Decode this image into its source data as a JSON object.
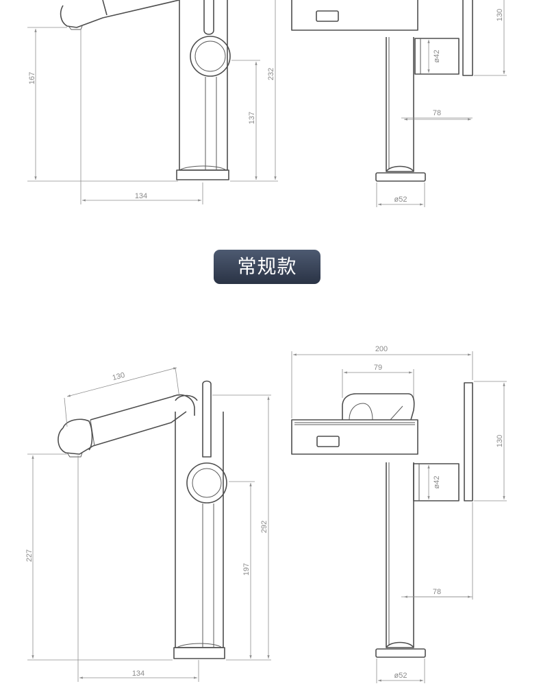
{
  "section_label": "常规款",
  "top_drawing": {
    "side_view": {
      "dim_spout_height": "167",
      "dim_total_height": "232",
      "dim_handle_height": "137",
      "dim_reach": "134"
    },
    "front_view": {
      "dim_panel_height": "130",
      "dim_handle_dia": "ø42",
      "dim_offset": "78",
      "dim_base_dia": "ø52"
    }
  },
  "bottom_drawing": {
    "side_view": {
      "dim_spout_length": "130",
      "dim_total_height": "292",
      "dim_spout_height": "227",
      "dim_handle_height": "197",
      "dim_reach": "134"
    },
    "front_view": {
      "dim_width": "200",
      "dim_hood_width": "79",
      "dim_panel_height": "130",
      "dim_handle_dia": "ø42",
      "dim_offset": "78",
      "dim_base_dia": "ø52"
    }
  }
}
